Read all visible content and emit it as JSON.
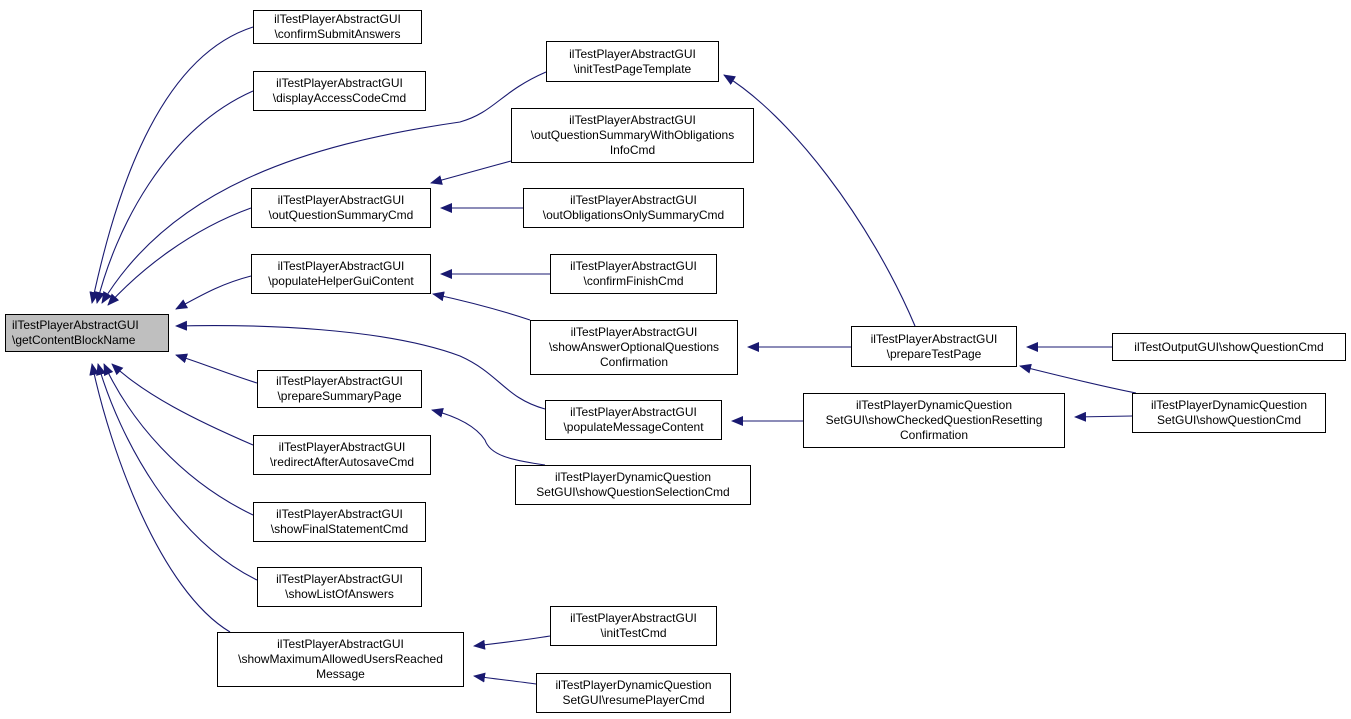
{
  "colors": {
    "edge": "#191970",
    "node_border": "#000000",
    "focus_fill": "#bfbfbf",
    "background": "#ffffff"
  },
  "nodes": {
    "focus": {
      "lines": [
        "ilTestPlayerAbstractGUI",
        "\\getContentBlockName"
      ]
    },
    "confirmSubmitAnswers": {
      "lines": [
        "ilTestPlayerAbstractGUI",
        "\\confirmSubmitAnswers"
      ]
    },
    "displayAccessCodeCmd": {
      "lines": [
        "ilTestPlayerAbstractGUI",
        "\\displayAccessCodeCmd"
      ]
    },
    "outQuestionSummaryCmd": {
      "lines": [
        "ilTestPlayerAbstractGUI",
        "\\outQuestionSummaryCmd"
      ]
    },
    "populateHelperGuiContent": {
      "lines": [
        "ilTestPlayerAbstractGUI",
        "\\populateHelperGuiContent"
      ]
    },
    "prepareSummaryPage": {
      "lines": [
        "ilTestPlayerAbstractGUI",
        "\\prepareSummaryPage"
      ]
    },
    "redirectAfterAutosaveCmd": {
      "lines": [
        "ilTestPlayerAbstractGUI",
        "\\redirectAfterAutosaveCmd"
      ]
    },
    "showFinalStatementCmd": {
      "lines": [
        "ilTestPlayerAbstractGUI",
        "\\showFinalStatementCmd"
      ]
    },
    "showListOfAnswers": {
      "lines": [
        "ilTestPlayerAbstractGUI",
        "\\showListOfAnswers"
      ]
    },
    "showMaximumAllowedUsersReachedMessage": {
      "lines": [
        "ilTestPlayerAbstractGUI",
        "\\showMaximumAllowedUsersReached",
        "Message"
      ]
    },
    "initTestPageTemplate": {
      "lines": [
        "ilTestPlayerAbstractGUI",
        "\\initTestPageTemplate"
      ]
    },
    "outQuestionSummaryWithObligationsInfoCmd": {
      "lines": [
        "ilTestPlayerAbstractGUI",
        "\\outQuestionSummaryWithObligations",
        "InfoCmd"
      ]
    },
    "outObligationsOnlySummaryCmd": {
      "lines": [
        "ilTestPlayerAbstractGUI",
        "\\outObligationsOnlySummaryCmd"
      ]
    },
    "confirmFinishCmd": {
      "lines": [
        "ilTestPlayerAbstractGUI",
        "\\confirmFinishCmd"
      ]
    },
    "showAnswerOptionalQuestionsConfirmation": {
      "lines": [
        "ilTestPlayerAbstractGUI",
        "\\showAnswerOptionalQuestions",
        "Confirmation"
      ]
    },
    "populateMessageContent": {
      "lines": [
        "ilTestPlayerAbstractGUI",
        "\\populateMessageContent"
      ]
    },
    "showQuestionSelectionCmd": {
      "lines": [
        "ilTestPlayerDynamicQuestion",
        "SetGUI\\showQuestionSelectionCmd"
      ]
    },
    "initTestCmd": {
      "lines": [
        "ilTestPlayerAbstractGUI",
        "\\initTestCmd"
      ]
    },
    "resumePlayerCmd": {
      "lines": [
        "ilTestPlayerDynamicQuestion",
        "SetGUI\\resumePlayerCmd"
      ]
    },
    "prepareTestPage": {
      "lines": [
        "ilTestPlayerAbstractGUI",
        "\\prepareTestPage"
      ]
    },
    "showCheckedQuestionResettingConfirmation": {
      "lines": [
        "ilTestPlayerDynamicQuestion",
        "SetGUI\\showCheckedQuestionResetting",
        "Confirmation"
      ]
    },
    "outputShowQuestionCmd": {
      "lines": [
        "ilTestOutputGUI\\showQuestionCmd"
      ]
    },
    "dynamicShowQuestionCmd": {
      "lines": [
        "ilTestPlayerDynamicQuestion",
        "SetGUI\\showQuestionCmd"
      ]
    }
  },
  "edges": [
    {
      "from": "confirmSubmitAnswers",
      "to": "focus"
    },
    {
      "from": "displayAccessCodeCmd",
      "to": "focus"
    },
    {
      "from": "initTestPageTemplate",
      "to": "focus"
    },
    {
      "from": "outQuestionSummaryCmd",
      "to": "focus"
    },
    {
      "from": "populateHelperGuiContent",
      "to": "focus"
    },
    {
      "from": "populateMessageContent",
      "to": "focus"
    },
    {
      "from": "prepareSummaryPage",
      "to": "focus"
    },
    {
      "from": "redirectAfterAutosaveCmd",
      "to": "focus"
    },
    {
      "from": "showFinalStatementCmd",
      "to": "focus"
    },
    {
      "from": "showListOfAnswers",
      "to": "focus"
    },
    {
      "from": "showMaximumAllowedUsersReachedMessage",
      "to": "focus"
    },
    {
      "from": "outQuestionSummaryWithObligationsInfoCmd",
      "to": "outQuestionSummaryCmd"
    },
    {
      "from": "outObligationsOnlySummaryCmd",
      "to": "outQuestionSummaryCmd"
    },
    {
      "from": "confirmFinishCmd",
      "to": "populateHelperGuiContent"
    },
    {
      "from": "showAnswerOptionalQuestionsConfirmation",
      "to": "populateHelperGuiContent"
    },
    {
      "from": "showQuestionSelectionCmd",
      "to": "prepareSummaryPage"
    },
    {
      "from": "initTestCmd",
      "to": "showMaximumAllowedUsersReachedMessage"
    },
    {
      "from": "resumePlayerCmd",
      "to": "showMaximumAllowedUsersReachedMessage"
    },
    {
      "from": "prepareTestPage",
      "to": "initTestPageTemplate"
    },
    {
      "from": "prepareTestPage",
      "to": "showAnswerOptionalQuestionsConfirmation"
    },
    {
      "from": "showCheckedQuestionResettingConfirmation",
      "to": "populateMessageContent"
    },
    {
      "from": "outputShowQuestionCmd",
      "to": "prepareTestPage"
    },
    {
      "from": "dynamicShowQuestionCmd",
      "to": "prepareTestPage"
    },
    {
      "from": "dynamicShowQuestionCmd",
      "to": "showCheckedQuestionResettingConfirmation"
    }
  ]
}
